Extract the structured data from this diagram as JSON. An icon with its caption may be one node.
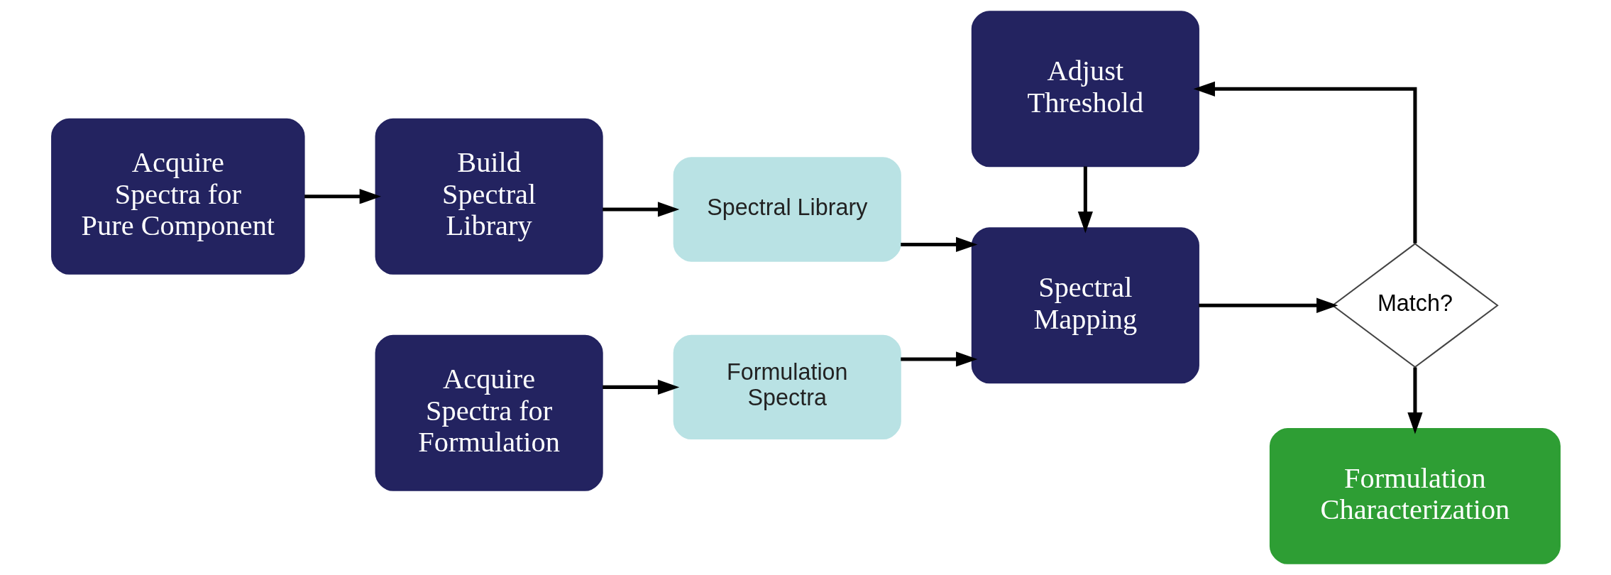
{
  "diagram": {
    "nodes": [
      {
        "text": [
          "Acquire Spectra for Pure Component"
        ]
      },
      {
        "text": [
          "Build Spectral Library"
        ]
      },
      {
        "text": [
          "Spectral Library"
        ]
      },
      {
        "text": [
          "Acquire Spectra for Formulation"
        ]
      },
      {
        "text": [
          "Formulation Spectra"
        ]
      },
      {
        "text": [
          "Adjust Threshold"
        ]
      },
      {
        "text": [
          "Spectral Mapping"
        ]
      },
      {
        "text": [
          "Match?"
        ]
      },
      {
        "text": [
          "Formulation Characterization"
        ]
      }
    ],
    "edges": [
      {
        "from": 0,
        "to": 1,
        "arrow": "to"
      },
      {
        "from": 1,
        "to": 2,
        "arrow": "to"
      },
      {
        "from": 3,
        "to": 4,
        "arrow": "to"
      },
      {
        "from": 2,
        "to": 6,
        "arrow": "to"
      },
      {
        "from": 4,
        "to": 6,
        "arrow": "to"
      },
      {
        "from": 5,
        "to": 6,
        "arrow": "to"
      },
      {
        "from": 6,
        "to": 7,
        "arrow": "to"
      },
      {
        "from": 7,
        "to": 5,
        "arrow": "to"
      },
      {
        "from": 7,
        "to": 8,
        "arrow": "to"
      }
    ]
  }
}
